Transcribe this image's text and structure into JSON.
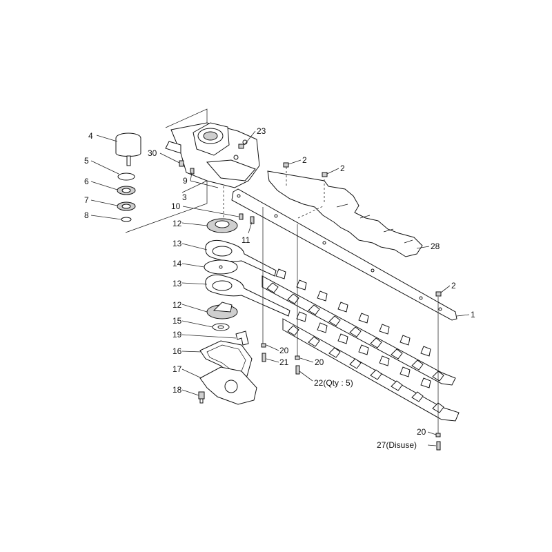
{
  "parts": [
    {
      "id": "p1",
      "label": "1",
      "name": "blade-bar-part"
    },
    {
      "id": "p2a",
      "label": "2",
      "name": "nut-part-a"
    },
    {
      "id": "p2b",
      "label": "2",
      "name": "nut-part-b"
    },
    {
      "id": "p2c",
      "label": "2",
      "name": "nut-part-c"
    },
    {
      "id": "p3",
      "label": "3",
      "name": "gear-case-label"
    },
    {
      "id": "p4",
      "label": "4",
      "name": "grip-knob-part"
    },
    {
      "id": "p5",
      "label": "5",
      "name": "snap-ring-part"
    },
    {
      "id": "p6",
      "label": "6",
      "name": "bearing-part"
    },
    {
      "id": "p7",
      "label": "7",
      "name": "bearing-part-lower"
    },
    {
      "id": "p8",
      "label": "8",
      "name": "circlip-part"
    },
    {
      "id": "p9",
      "label": "9",
      "name": "bolt-part-9"
    },
    {
      "id": "p10",
      "label": "10",
      "name": "pin-part-10"
    },
    {
      "id": "p11",
      "label": "11",
      "name": "bolt-part-11"
    },
    {
      "id": "p12a",
      "label": "12",
      "name": "crank-gear-upper"
    },
    {
      "id": "p12b",
      "label": "12",
      "name": "crank-gear-lower"
    },
    {
      "id": "p13a",
      "label": "13",
      "name": "connecting-rod-upper"
    },
    {
      "id": "p13b",
      "label": "13",
      "name": "connecting-rod-lower"
    },
    {
      "id": "p14",
      "label": "14",
      "name": "spacer-plate-part"
    },
    {
      "id": "p15",
      "label": "15",
      "name": "washer-part-15"
    },
    {
      "id": "p16",
      "label": "16",
      "name": "gasket-part"
    },
    {
      "id": "p17",
      "label": "17",
      "name": "cover-plate-part"
    },
    {
      "id": "p18",
      "label": "18",
      "name": "grease-nipple-part"
    },
    {
      "id": "p19",
      "label": "19",
      "name": "clip-part-19"
    },
    {
      "id": "p20a",
      "label": "20",
      "name": "washer-part-20a"
    },
    {
      "id": "p20b",
      "label": "20",
      "name": "washer-part-20b"
    },
    {
      "id": "p20c",
      "label": "20",
      "name": "washer-part-20c"
    },
    {
      "id": "p21",
      "label": "21",
      "name": "bolt-part-21"
    },
    {
      "id": "p22",
      "label": "22(Qty : 5)",
      "name": "bolt-part-22"
    },
    {
      "id": "p23",
      "label": "23",
      "name": "nut-part-23"
    },
    {
      "id": "p27",
      "label": "27(Disuse)",
      "name": "bolt-part-27"
    },
    {
      "id": "p28",
      "label": "28",
      "name": "blade-guard-part"
    },
    {
      "id": "p30",
      "label": "30",
      "name": "screw-part-30"
    }
  ]
}
